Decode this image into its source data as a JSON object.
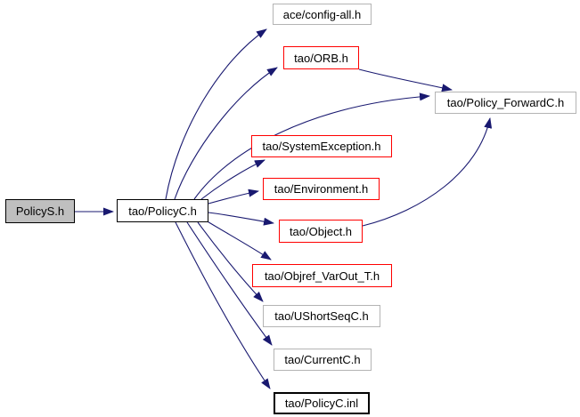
{
  "diagram": {
    "type": "include-dependency-graph",
    "root_file": "PolicyS.h",
    "colors": {
      "edge": "#191970",
      "node_fill": "#ffffff",
      "root_node_fill": "#bfbfbf",
      "border_black": "#000000",
      "border_red": "#ff0000",
      "border_gray": "#b4b4b4",
      "text": "#000000",
      "background": "#ffffff"
    },
    "nodes": [
      {
        "id": "policys",
        "label": "PolicyS.h",
        "border": "black",
        "fill": "gray"
      },
      {
        "id": "policyc",
        "label": "tao/PolicyC.h",
        "border": "black",
        "fill": "white"
      },
      {
        "id": "config-all",
        "label": "ace/config-all.h",
        "border": "gray",
        "fill": "white"
      },
      {
        "id": "orb",
        "label": "tao/ORB.h",
        "border": "red",
        "fill": "white"
      },
      {
        "id": "policy-forwardc",
        "label": "tao/Policy_ForwardC.h",
        "border": "gray",
        "fill": "white"
      },
      {
        "id": "systemexception",
        "label": "tao/SystemException.h",
        "border": "red",
        "fill": "white"
      },
      {
        "id": "environment",
        "label": "tao/Environment.h",
        "border": "red",
        "fill": "white"
      },
      {
        "id": "object",
        "label": "tao/Object.h",
        "border": "red",
        "fill": "white"
      },
      {
        "id": "objref-varout-t",
        "label": "tao/Objref_VarOut_T.h",
        "border": "red",
        "fill": "white"
      },
      {
        "id": "ushortseqc",
        "label": "tao/UShortSeqC.h",
        "border": "gray",
        "fill": "white"
      },
      {
        "id": "currentc",
        "label": "tao/CurrentC.h",
        "border": "gray",
        "fill": "white"
      },
      {
        "id": "policyc-inl",
        "label": "tao/PolicyC.inl",
        "border": "black-bold",
        "fill": "white"
      }
    ],
    "edges": [
      {
        "from": "PolicyS.h",
        "to": "tao/PolicyC.h"
      },
      {
        "from": "tao/PolicyC.h",
        "to": "ace/config-all.h"
      },
      {
        "from": "tao/PolicyC.h",
        "to": "tao/ORB.h"
      },
      {
        "from": "tao/PolicyC.h",
        "to": "tao/Policy_ForwardC.h"
      },
      {
        "from": "tao/PolicyC.h",
        "to": "tao/SystemException.h"
      },
      {
        "from": "tao/PolicyC.h",
        "to": "tao/Environment.h"
      },
      {
        "from": "tao/PolicyC.h",
        "to": "tao/Object.h"
      },
      {
        "from": "tao/PolicyC.h",
        "to": "tao/Objref_VarOut_T.h"
      },
      {
        "from": "tao/PolicyC.h",
        "to": "tao/UShortSeqC.h"
      },
      {
        "from": "tao/PolicyC.h",
        "to": "tao/CurrentC.h"
      },
      {
        "from": "tao/PolicyC.h",
        "to": "tao/PolicyC.inl"
      },
      {
        "from": "tao/ORB.h",
        "to": "tao/Policy_ForwardC.h"
      },
      {
        "from": "tao/Object.h",
        "to": "tao/Policy_ForwardC.h"
      }
    ]
  }
}
